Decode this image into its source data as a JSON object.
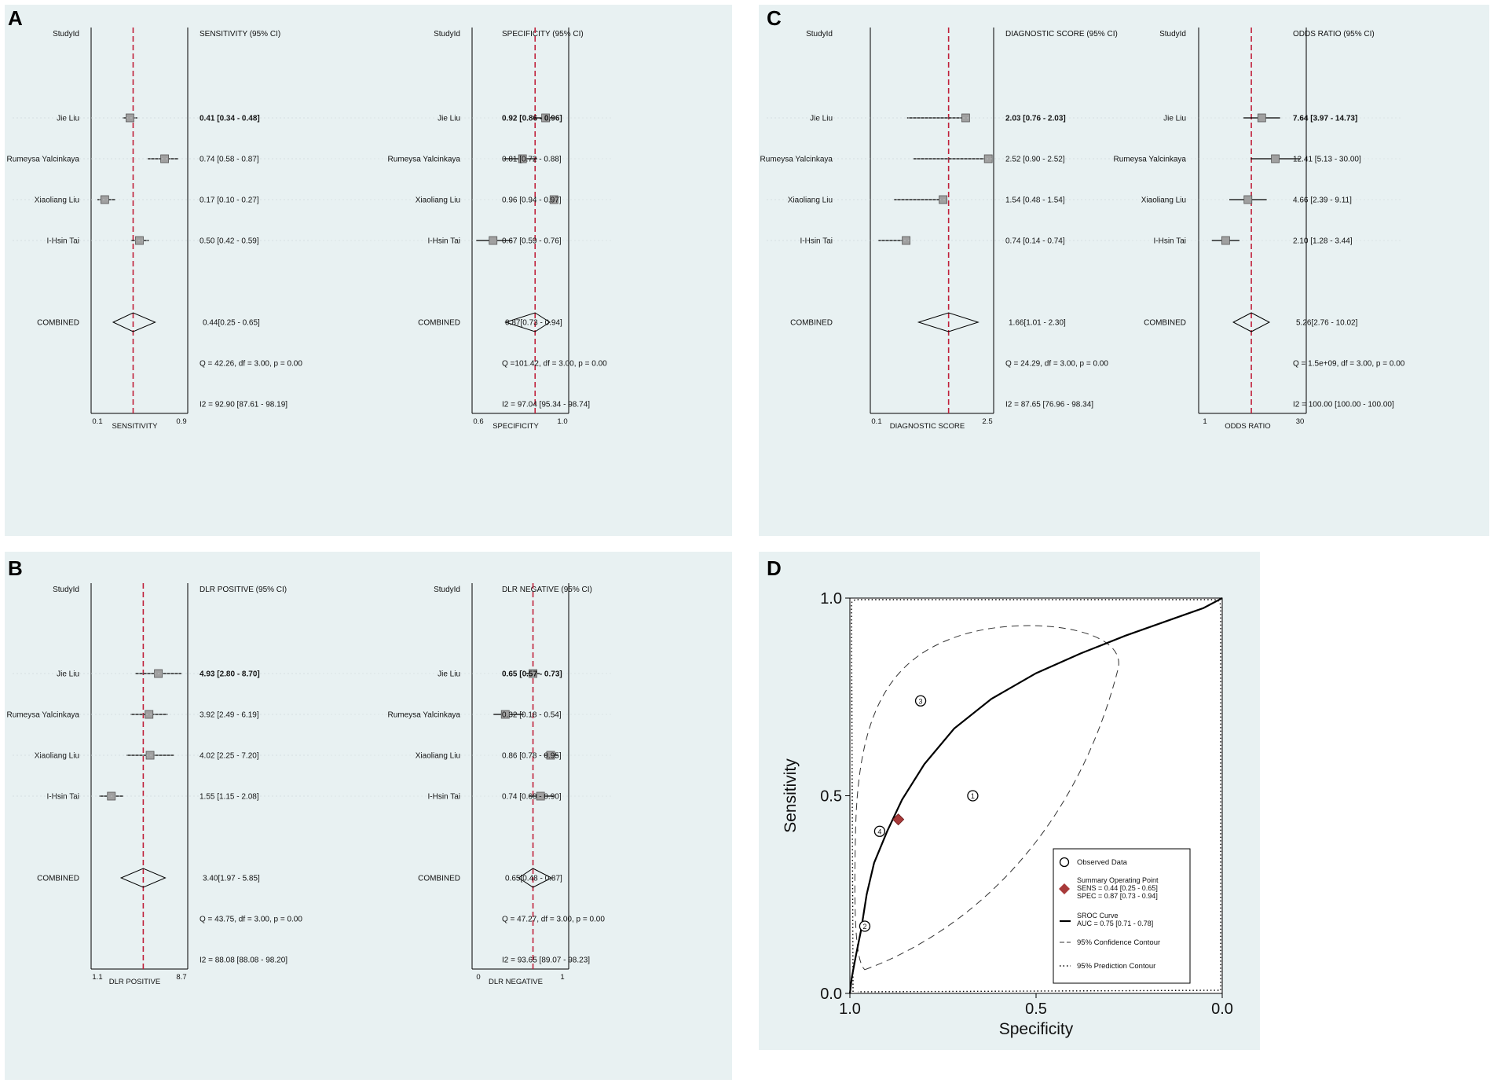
{
  "panels": {
    "A": {
      "label": "A",
      "plots": [
        {
          "col_header": "StudyId",
          "est_header": "SENSITIVITY (95% CI)",
          "axis_label": "SENSITIVITY",
          "tick_labels": [
            "0.1",
            "0.9"
          ],
          "xlim": [
            0.1,
            0.9
          ],
          "pooled": 0.44,
          "studies": [
            {
              "name": "Jie Liu",
              "est": 0.41,
              "lo": 0.34,
              "hi": 0.48,
              "text": "0.41 [0.34 - 0.48]",
              "bold": true
            },
            {
              "name": "Rumeysa Yalcinkaya",
              "est": 0.74,
              "lo": 0.58,
              "hi": 0.87,
              "text": "0.74 [0.58 - 0.87]",
              "bold": false
            },
            {
              "name": "Xiaoliang Liu",
              "est": 0.17,
              "lo": 0.1,
              "hi": 0.27,
              "text": "0.17 [0.10 - 0.27]",
              "bold": false
            },
            {
              "name": "I-Hsin Tai",
              "est": 0.5,
              "lo": 0.42,
              "hi": 0.59,
              "text": "0.50 [0.42 - 0.59]",
              "bold": false
            }
          ],
          "combined": {
            "name": "COMBINED",
            "est": 0.44,
            "lo": 0.25,
            "hi": 0.65,
            "text": "0.44[0.25 - 0.65]"
          },
          "q_text": "Q = 42.26, df = 3.00, p =  0.00",
          "i2_text": "I2 = 92.90 [87.61 - 98.19]"
        },
        {
          "col_header": "StudyId",
          "est_header": "SPECIFICITY (95% CI)",
          "axis_label": "SPECIFICITY",
          "tick_labels": [
            "0.6",
            "1.0"
          ],
          "xlim": [
            0.6,
            1.0
          ],
          "pooled": 0.87,
          "studies": [
            {
              "name": "Jie Liu",
              "est": 0.92,
              "lo": 0.86,
              "hi": 0.96,
              "text": "0.92 [0.86 - 0.96]",
              "bold": true
            },
            {
              "name": "Rumeysa Yalcinkaya",
              "est": 0.81,
              "lo": 0.72,
              "hi": 0.88,
              "text": "0.81 [0.72 - 0.88]",
              "bold": false
            },
            {
              "name": "Xiaoliang Liu",
              "est": 0.96,
              "lo": 0.94,
              "hi": 0.97,
              "text": "0.96 [0.94 - 0.97]",
              "bold": false
            },
            {
              "name": "I-Hsin Tai",
              "est": 0.67,
              "lo": 0.59,
              "hi": 0.76,
              "text": "0.67 [0.59 - 0.76]",
              "bold": false
            }
          ],
          "combined": {
            "name": "COMBINED",
            "est": 0.87,
            "lo": 0.73,
            "hi": 0.94,
            "text": "0.87[0.73 - 0.94]"
          },
          "q_text": "Q =101.42, df = 3.00, p =  0.00",
          "i2_text": "I2 = 97.04 [95.34 - 98.74]"
        }
      ]
    },
    "B": {
      "label": "B",
      "plots": [
        {
          "col_header": "StudyId",
          "est_header": "DLR POSITIVE (95% CI)",
          "axis_label": "DLR POSITIVE",
          "tick_labels": [
            "1.1",
            "8.7"
          ],
          "xlim": [
            1.1,
            8.7
          ],
          "log": true,
          "pooled": 3.4,
          "studies": [
            {
              "name": "Jie Liu",
              "est": 4.93,
              "lo": 2.8,
              "hi": 8.7,
              "text": "4.93 [2.80 - 8.70]",
              "bold": true
            },
            {
              "name": "Rumeysa Yalcinkaya",
              "est": 3.92,
              "lo": 2.49,
              "hi": 6.19,
              "text": "3.92 [2.49 - 6.19]",
              "bold": false
            },
            {
              "name": "Xiaoliang Liu",
              "est": 4.02,
              "lo": 2.25,
              "hi": 7.2,
              "text": "4.02 [2.25 - 7.20]",
              "bold": false
            },
            {
              "name": "I-Hsin Tai",
              "est": 1.55,
              "lo": 1.15,
              "hi": 2.08,
              "text": "1.55 [1.15 - 2.08]",
              "bold": false
            }
          ],
          "combined": {
            "name": "COMBINED",
            "est": 3.4,
            "lo": 1.97,
            "hi": 5.85,
            "text": "3.40[1.97 - 5.85]"
          },
          "q_text": "Q = 43.75, df = 3.00, p =  0.00",
          "i2_text": "I2 = 88.08 [88.08 - 98.20]"
        },
        {
          "col_header": "StudyId",
          "est_header": "DLR NEGATIVE (95% CI)",
          "axis_label": "DLR NEGATIVE",
          "tick_labels": [
            "0",
            "1"
          ],
          "xlim": [
            0,
            1
          ],
          "pooled": 0.65,
          "studies": [
            {
              "name": "Jie Liu",
              "est": 0.65,
              "lo": 0.57,
              "hi": 0.73,
              "text": "0.65 [0.57 - 0.73]",
              "bold": true
            },
            {
              "name": "Rumeysa Yalcinkaya",
              "est": 0.32,
              "lo": 0.18,
              "hi": 0.54,
              "text": "0.32 [0.18 - 0.54]",
              "bold": false
            },
            {
              "name": "Xiaoliang Liu",
              "est": 0.86,
              "lo": 0.78,
              "hi": 0.95,
              "text": "0.86 [0.78 - 0.95]",
              "bold": false
            },
            {
              "name": "I-Hsin Tai",
              "est": 0.74,
              "lo": 0.6,
              "hi": 0.9,
              "text": "0.74 [0.60 - 0.90]",
              "bold": false
            }
          ],
          "combined": {
            "name": "COMBINED",
            "est": 0.65,
            "lo": 0.48,
            "hi": 0.87,
            "text": "0.65[0.48 - 0.87]"
          },
          "q_text": "Q = 47.27, df = 3.00, p =  0.00",
          "i2_text": "I2 = 93.65 [89.07 - 98.23]"
        }
      ]
    },
    "C": {
      "label": "C",
      "plots": [
        {
          "col_header": "StudyId",
          "est_header": "DIAGNOSTIC SCORE (95% CI)",
          "axis_label": "DIAGNOSTIC SCORE",
          "tick_labels": [
            "0.1",
            "2.5"
          ],
          "xlim": [
            0.1,
            2.5
          ],
          "pooled": 1.66,
          "studies": [
            {
              "name": "Jie Liu",
              "est": 2.03,
              "lo": 0.76,
              "hi": 2.03,
              "text": "2.03 [0.76 - 2.03]",
              "bold": true
            },
            {
              "name": "Rumeysa Yalcinkaya",
              "est": 2.52,
              "lo": 0.9,
              "hi": 2.52,
              "text": "2.52 [0.90 - 2.52]",
              "bold": false
            },
            {
              "name": "Xiaoliang Liu",
              "est": 1.54,
              "lo": 0.48,
              "hi": 1.54,
              "text": "1.54 [0.48 - 1.54]",
              "bold": false
            },
            {
              "name": "I-Hsin Tai",
              "est": 0.74,
              "lo": 0.14,
              "hi": 0.74,
              "text": "0.74 [0.14 - 0.74]",
              "bold": false
            }
          ],
          "combined": {
            "name": "COMBINED",
            "est": 1.66,
            "lo": 1.01,
            "hi": 2.3,
            "text": "1.66[1.01 - 2.30]"
          },
          "q_text": "Q = 24.29, df = 3.00, p =  0.00",
          "i2_text": "I2 = 87.65 [76.96 - 98.34]"
        },
        {
          "col_header": "StudyId",
          "est_header": "ODDS RATIO (95% CI)",
          "axis_label": "ODDS RATIO",
          "tick_labels": [
            "1",
            "30"
          ],
          "xlim": [
            1,
            30
          ],
          "log": true,
          "pooled": 5.26,
          "studies": [
            {
              "name": "Jie Liu",
              "est": 7.64,
              "lo": 3.97,
              "hi": 14.73,
              "text": "7.64 [3.97 - 14.73]",
              "bold": true
            },
            {
              "name": "Rumeysa Yalcinkaya",
              "est": 12.41,
              "lo": 5.13,
              "hi": 30.0,
              "text": "12.41 [5.13 - 30.00]",
              "bold": false
            },
            {
              "name": "Xiaoliang Liu",
              "est": 4.66,
              "lo": 2.39,
              "hi": 9.11,
              "text": "4.66 [2.39 - 9.11]",
              "bold": false
            },
            {
              "name": "I-Hsin Tai",
              "est": 2.1,
              "lo": 1.28,
              "hi": 3.44,
              "text": "2.10 [1.28 - 3.44]",
              "bold": false
            }
          ],
          "combined": {
            "name": "COMBINED",
            "est": 5.26,
            "lo": 2.76,
            "hi": 10.02,
            "text": "5.26[2.76 - 10.02]"
          },
          "q_text": "Q = 1.5e+09, df = 3.00, p =  0.00",
          "i2_text": "I2 = 100.00 [100.00 - 100.00]"
        }
      ]
    },
    "D": {
      "label": "D",
      "xlabel": "Specificity",
      "ylabel": "Sensitivity",
      "x_tick_labels": [
        "1.0",
        "0.5",
        "0.0"
      ],
      "y_tick_labels": [
        "0.0",
        "0.5",
        "1.0"
      ],
      "legend": {
        "observed": "Observed Data",
        "summary_title": "Summary Operating Point",
        "summary_sens": "SENS = 0.44 [0.25 - 0.65]",
        "summary_spec": "SPEC = 0.87 [0.73 - 0.94]",
        "sroc_title": "SROC Curve",
        "sroc_auc": "AUC = 0.75 [0.71 - 0.78]",
        "confidence": "95% Confidence Contour",
        "prediction": "95% Prediction Contour"
      }
    }
  },
  "colors": {
    "panel_bg": "#e8f1f2",
    "ref_line": "#c0203a",
    "summary_point": "#a83a3a",
    "marker_fill": "#a0a0a0"
  },
  "chart_data": [
    {
      "type": "forest",
      "xlabel": "SENSITIVITY",
      "xlim": [
        0.1,
        0.9
      ],
      "categories": [
        "Jie Liu",
        "Rumeysa Yalcinkaya",
        "Xiaoliang Liu",
        "I-Hsin Tai",
        "COMBINED"
      ],
      "values": [
        0.41,
        0.74,
        0.17,
        0.5,
        0.44
      ],
      "lower": [
        0.34,
        0.58,
        0.1,
        0.42,
        0.25
      ],
      "upper": [
        0.48,
        0.87,
        0.27,
        0.59,
        0.65
      ]
    },
    {
      "type": "forest",
      "xlabel": "SPECIFICITY",
      "xlim": [
        0.6,
        1.0
      ],
      "categories": [
        "Jie Liu",
        "Rumeysa Yalcinkaya",
        "Xiaoliang Liu",
        "I-Hsin Tai",
        "COMBINED"
      ],
      "values": [
        0.92,
        0.81,
        0.96,
        0.67,
        0.87
      ],
      "lower": [
        0.86,
        0.72,
        0.94,
        0.59,
        0.73
      ],
      "upper": [
        0.96,
        0.88,
        0.97,
        0.76,
        0.94
      ]
    },
    {
      "type": "forest",
      "xlabel": "DLR POSITIVE",
      "xlim": [
        1.1,
        8.7
      ],
      "categories": [
        "Jie Liu",
        "Rumeysa Yalcinkaya",
        "Xiaoliang Liu",
        "I-Hsin Tai",
        "COMBINED"
      ],
      "values": [
        4.93,
        3.92,
        4.02,
        1.55,
        3.4
      ],
      "lower": [
        2.8,
        2.49,
        2.25,
        1.15,
        1.97
      ],
      "upper": [
        8.7,
        6.19,
        7.2,
        2.08,
        5.85
      ]
    },
    {
      "type": "forest",
      "xlabel": "DLR NEGATIVE",
      "xlim": [
        0,
        1
      ],
      "categories": [
        "Jie Liu",
        "Rumeysa Yalcinkaya",
        "Xiaoliang Liu",
        "I-Hsin Tai",
        "COMBINED"
      ],
      "values": [
        0.65,
        0.32,
        0.86,
        0.74,
        0.65
      ],
      "lower": [
        0.57,
        0.18,
        0.78,
        0.6,
        0.48
      ],
      "upper": [
        0.73,
        0.54,
        0.95,
        0.9,
        0.87
      ]
    },
    {
      "type": "forest",
      "xlabel": "DIAGNOSTIC SCORE",
      "xlim": [
        0.1,
        2.5
      ],
      "categories": [
        "Jie Liu",
        "Rumeysa Yalcinkaya",
        "Xiaoliang Liu",
        "I-Hsin Tai",
        "COMBINED"
      ],
      "values": [
        2.03,
        2.52,
        1.54,
        0.74,
        1.66
      ],
      "lower": [
        0.76,
        0.9,
        0.48,
        0.14,
        1.01
      ],
      "upper": [
        2.03,
        2.52,
        1.54,
        0.74,
        2.3
      ]
    },
    {
      "type": "forest",
      "xlabel": "ODDS RATIO",
      "xlim": [
        1,
        30
      ],
      "categories": [
        "Jie Liu",
        "Rumeysa Yalcinkaya",
        "Xiaoliang Liu",
        "I-Hsin Tai",
        "COMBINED"
      ],
      "values": [
        7.64,
        12.41,
        4.66,
        2.1,
        5.26
      ],
      "lower": [
        3.97,
        5.13,
        2.39,
        1.28,
        2.76
      ],
      "upper": [
        14.73,
        30.0,
        9.11,
        3.44,
        10.02
      ]
    },
    {
      "type": "scatter",
      "xlabel": "Specificity",
      "ylabel": "Sensitivity",
      "xlim": [
        1.0,
        0.0
      ],
      "ylim": [
        0.0,
        1.0
      ],
      "observed_points": [
        {
          "label": "1",
          "specificity": 0.67,
          "sensitivity": 0.5
        },
        {
          "label": "2",
          "specificity": 0.96,
          "sensitivity": 0.17
        },
        {
          "label": "3",
          "specificity": 0.81,
          "sensitivity": 0.74
        },
        {
          "label": "4",
          "specificity": 0.92,
          "sensitivity": 0.41
        }
      ],
      "summary_point": {
        "specificity": 0.87,
        "sensitivity": 0.44
      },
      "auc": 0.75,
      "sroc_curve": [
        [
          1.0,
          0.0
        ],
        [
          0.99,
          0.05
        ],
        [
          0.98,
          0.1
        ],
        [
          0.96,
          0.17
        ],
        [
          0.94,
          0.3
        ],
        [
          0.92,
          0.38
        ],
        [
          0.87,
          0.47
        ],
        [
          0.8,
          0.58
        ],
        [
          0.7,
          0.69
        ],
        [
          0.6,
          0.76
        ],
        [
          0.5,
          0.82
        ],
        [
          0.4,
          0.86
        ],
        [
          0.3,
          0.9
        ],
        [
          0.2,
          0.93
        ],
        [
          0.1,
          0.96
        ],
        [
          0.0,
          1.0
        ]
      ],
      "confidence_contour": [
        [
          0.95,
          0.05
        ],
        [
          0.8,
          0.12
        ],
        [
          0.6,
          0.26
        ],
        [
          0.4,
          0.5
        ],
        [
          0.28,
          0.82
        ],
        [
          0.3,
          0.9
        ],
        [
          0.5,
          0.9
        ],
        [
          0.7,
          0.87
        ],
        [
          0.9,
          0.76
        ],
        [
          0.98,
          0.6
        ],
        [
          0.97,
          0.3
        ],
        [
          0.95,
          0.05
        ]
      ],
      "prediction_contour": [
        [
          0.99,
          0.0
        ],
        [
          0.5,
          0.0
        ],
        [
          0.01,
          0.01
        ],
        [
          0.0,
          0.5
        ],
        [
          0.01,
          0.99
        ],
        [
          0.5,
          1.0
        ],
        [
          0.99,
          0.99
        ],
        [
          1.0,
          0.5
        ],
        [
          0.99,
          0.0
        ]
      ]
    }
  ]
}
